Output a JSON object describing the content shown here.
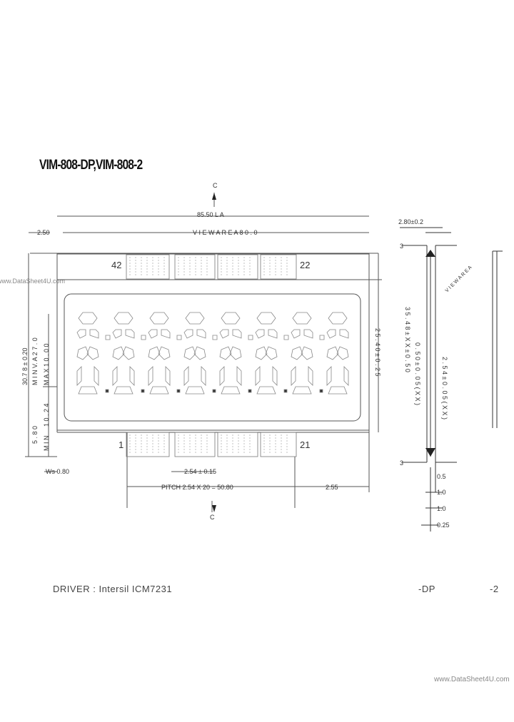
{
  "title": "VIM-808-DP,VIM-808-2",
  "watermark_left": "www.DataSheet4U.com",
  "watermark_bottom": "www.DataSheet4U.com",
  "front_view": {
    "top_marker": "C",
    "overall_width": "85.50 L A",
    "inner_width": "V I E W A R E A  8 0 . 0",
    "left_offset": "2.50",
    "pin_top_left": "42",
    "pin_top_right": "22",
    "pin_bottom_left": "1",
    "pin_bottom_right": "21",
    "height_left": "30.7 8 ± 0.20",
    "view_height": "M I N  V. A  2 7 . 0",
    "max_height": "M A X  1 0 . 0 0",
    "dim_a": "1 0 . 2 4",
    "dim_b": "5 . 8 0",
    "dim_c": "M I N",
    "right_height": "2 5 . 4 0 ± 0 . 2 5",
    "dim_ws": "Ws 0.80",
    "dim_pitch_a": "2.54 ± 0.15",
    "pitch": "PITCH 2.54 X 20 = 50.80",
    "dim_end": "2.55",
    "bottom_marker": "C"
  },
  "side_view": {
    "top_dim": "2.80±0.2",
    "vert_a": "3 5 . 4 8  ±  X X  ± 0 . 5 0",
    "vert_b": "0 . 5 0 ± 0 . 0 5 ( X X )",
    "vert_c": "2 . 5 4 ± 0 . 0 5 ( X X )",
    "dim_1": "0.5",
    "dim_2": "1.0",
    "dim_3": "1.0",
    "dim_4": "0.25",
    "diag_label": "V I E W  A R E A",
    "marker_top": "3",
    "marker_bottom": "3"
  },
  "footer": {
    "driver": "DRIVER : Intersil ICM7231",
    "code_a": "-DP",
    "code_b": "-2"
  }
}
